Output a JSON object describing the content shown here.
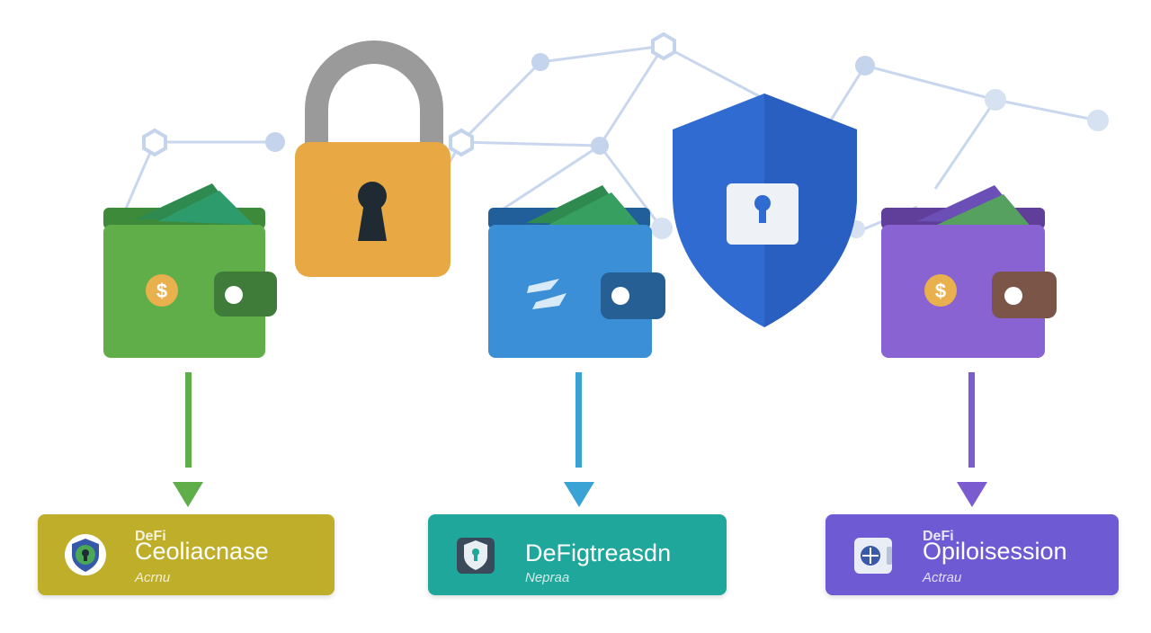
{
  "colors": {
    "green": "#5fae4a",
    "blue": "#2f86d6",
    "purple": "#8a5bd0",
    "lock": "#e8a944",
    "shield": "#2f6bd0",
    "network": "#c4d4ec"
  },
  "icons": [
    "wallet-icon",
    "padlock-icon",
    "shield-icon",
    "dollar-coin-icon",
    "keyhole-icon",
    "arrow-down-icon"
  ],
  "cards": [
    {
      "tag": "DeFi",
      "title": "Ceoliacnase",
      "subtitle": "Acrnu"
    },
    {
      "tag": "",
      "title": "DeFigtreasdn",
      "subtitle": "Nepraa"
    },
    {
      "tag": "DeFi",
      "title": "Opiloisession",
      "subtitle": "Actrau"
    }
  ]
}
